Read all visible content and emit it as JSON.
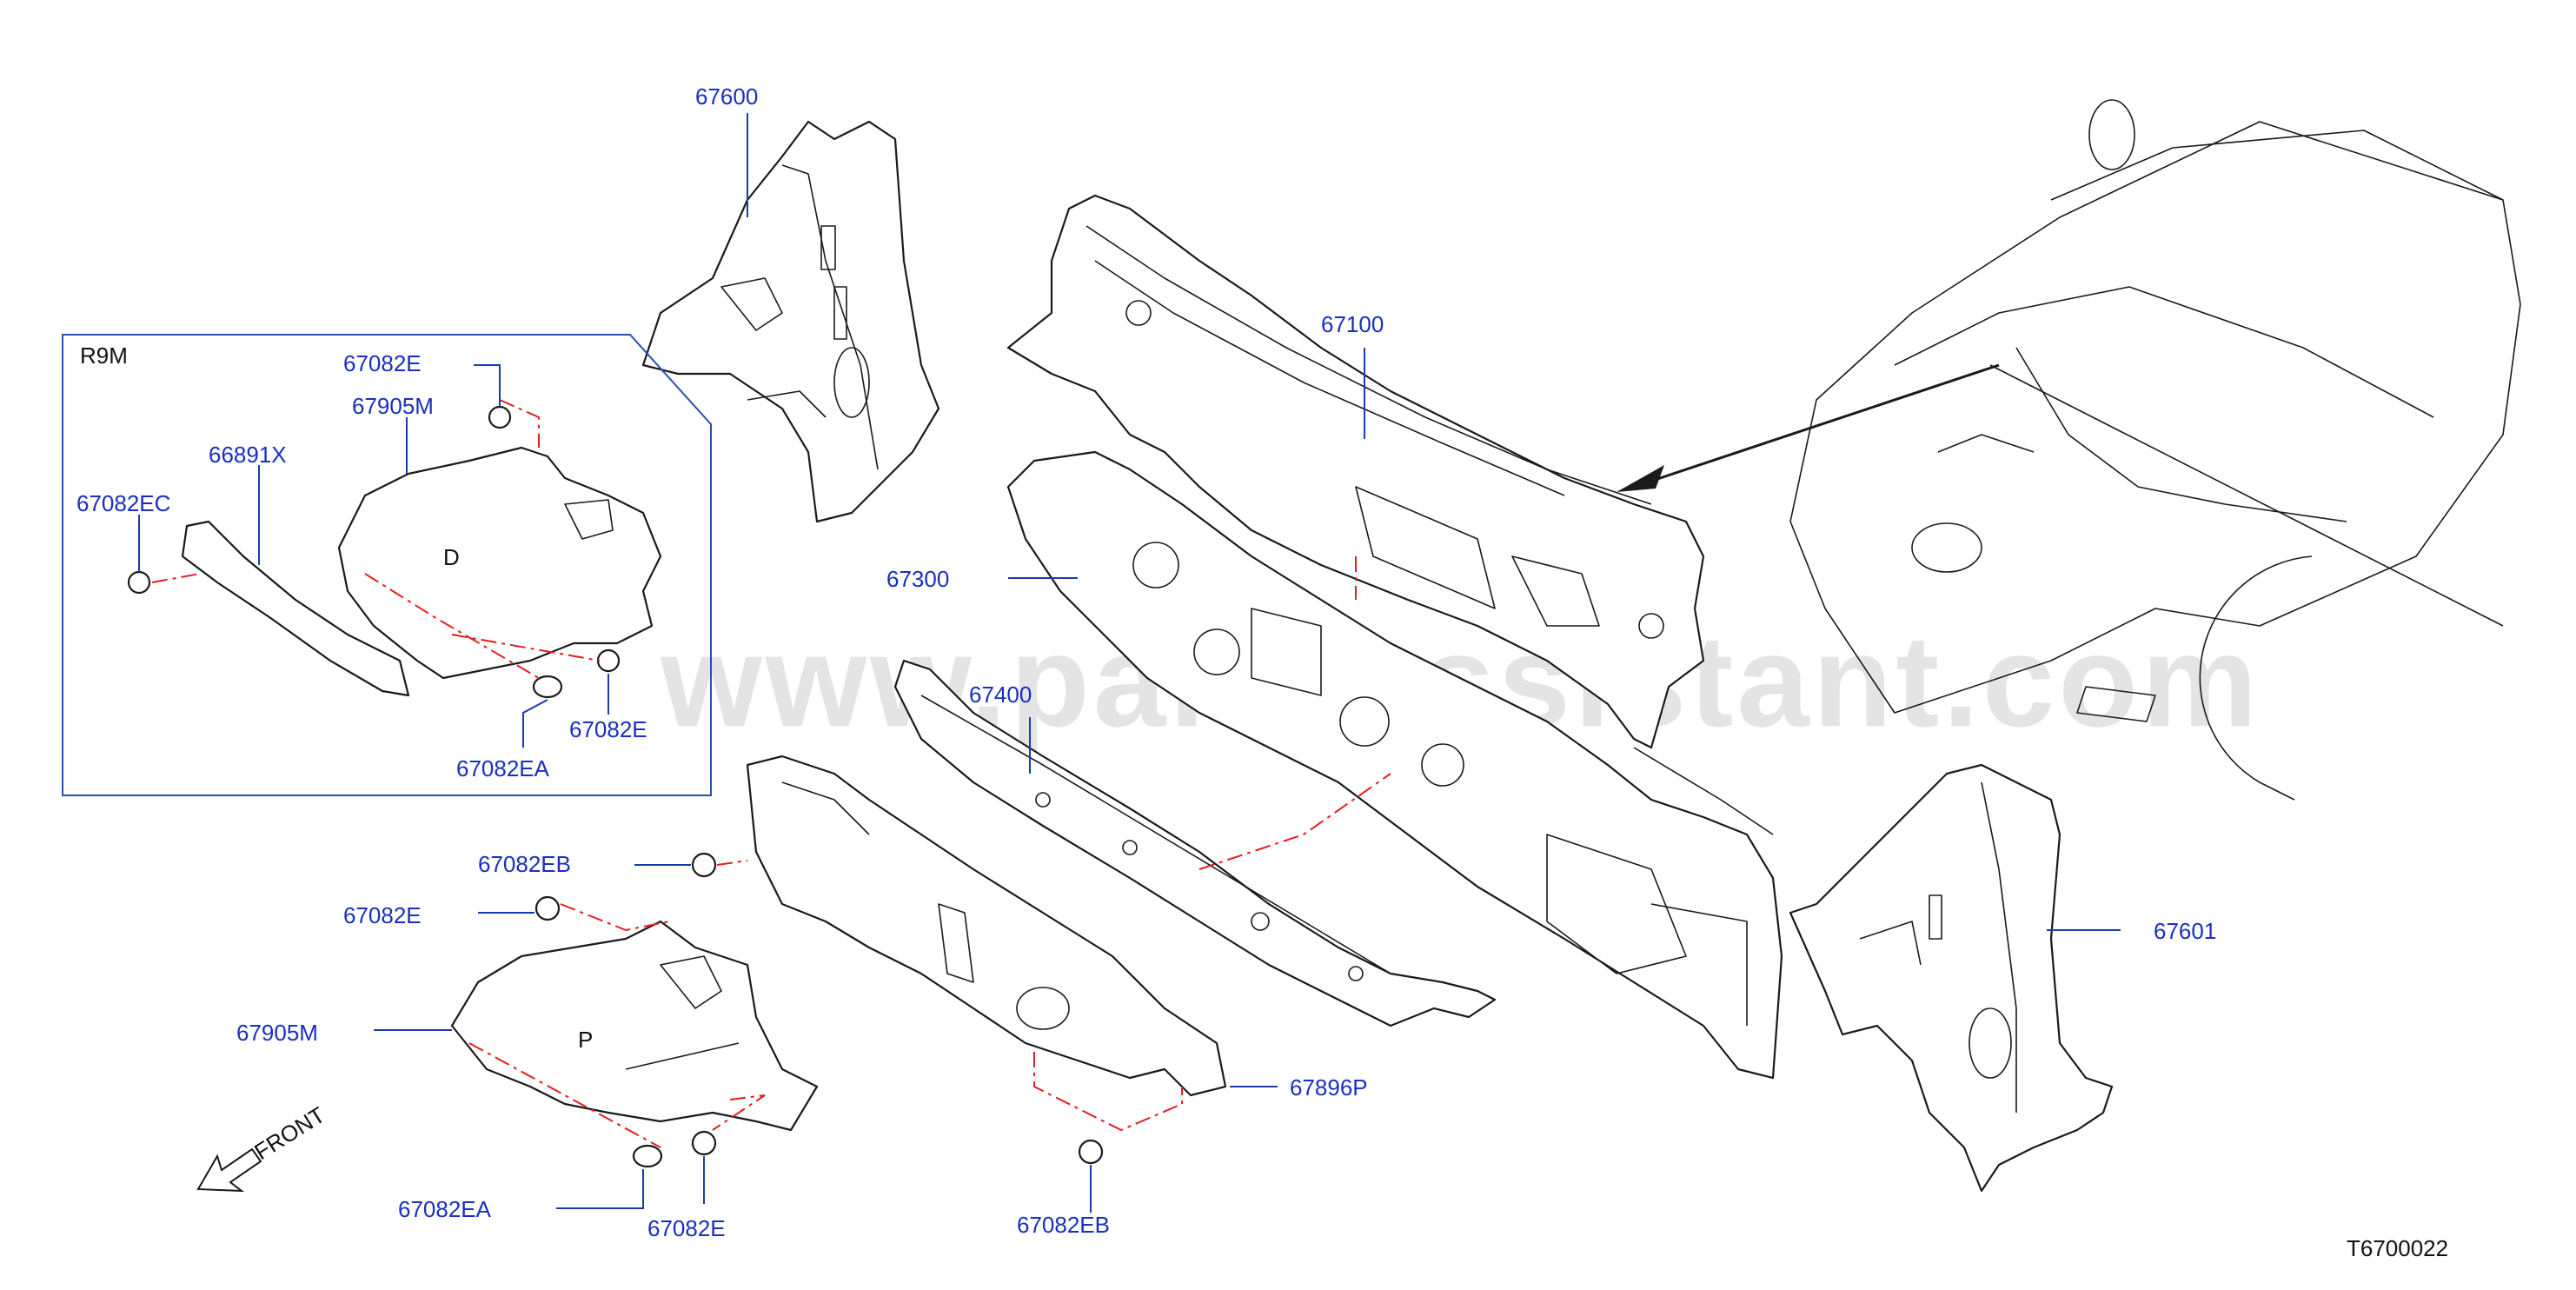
{
  "watermark": "www.partsassistant.com",
  "diagram_code": "T6700022",
  "inset": {
    "title": "R9M"
  },
  "labels": {
    "l67600": "67600",
    "l67100": "67100",
    "l67300": "67300",
    "l67400": "67400",
    "l67601": "67601",
    "l67896P": "67896P",
    "l67082EB_a": "67082EB",
    "l67082EB_b": "67082EB",
    "l67082E_a": "67082E",
    "l67082E_b": "67082E",
    "l67905M": "67905M",
    "l67082EA": "67082EA",
    "in_67082E_top": "67082E",
    "in_67905M": "67905M",
    "in_66891X": "66891X",
    "in_67082EC": "67082EC",
    "in_67082E_bot": "67082E",
    "in_67082EA": "67082EA"
  },
  "front_label": "FRONT",
  "colors": {
    "label": "#1a2fbf",
    "dash": "#e0201e",
    "box": "#2a4fb0"
  }
}
